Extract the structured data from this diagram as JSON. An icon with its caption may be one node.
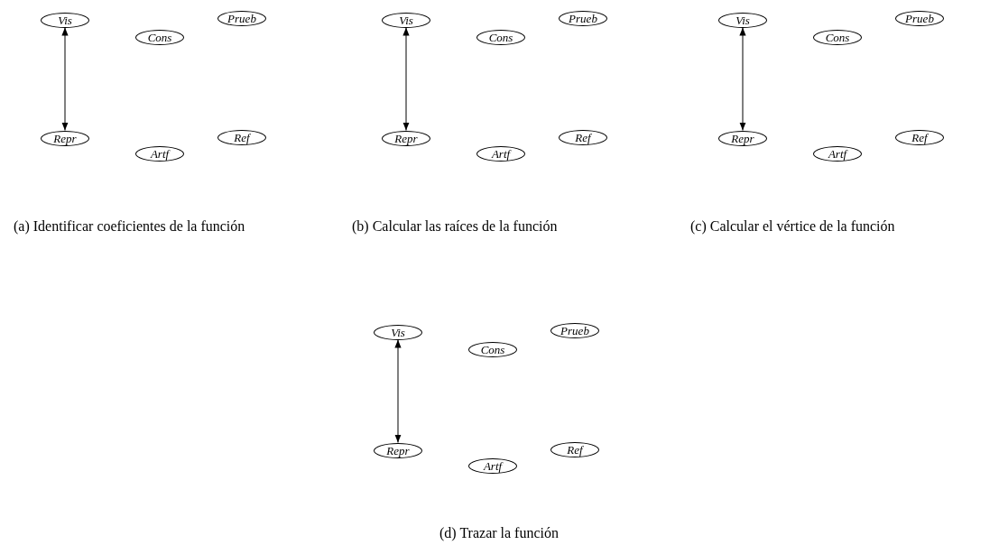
{
  "diagram": {
    "nodes": [
      {
        "text": [
          "Vis"
        ]
      },
      {
        "text": [
          "Cons"
        ]
      },
      {
        "text": [
          "Prueb"
        ]
      },
      {
        "text": [
          "Repr"
        ]
      },
      {
        "text": [
          "Artf"
        ]
      },
      {
        "text": [
          "Ref"
        ]
      },
      {
        "text": [
          "Vis"
        ]
      },
      {
        "text": [
          "Cons"
        ]
      },
      {
        "text": [
          "Prueb"
        ]
      },
      {
        "text": [
          "Repr"
        ]
      },
      {
        "text": [
          "Artf"
        ]
      },
      {
        "text": [
          "Ref"
        ]
      },
      {
        "text": [
          "Vis"
        ]
      },
      {
        "text": [
          "Cons"
        ]
      },
      {
        "text": [
          "Prueb"
        ]
      },
      {
        "text": [
          "Repr"
        ]
      },
      {
        "text": [
          "Artf"
        ]
      },
      {
        "text": [
          "Ref"
        ]
      },
      {
        "text": [
          "Vis"
        ]
      },
      {
        "text": [
          "Cons"
        ]
      },
      {
        "text": [
          "Prueb"
        ]
      },
      {
        "text": [
          "Repr"
        ]
      },
      {
        "text": [
          "Artf"
        ]
      },
      {
        "text": [
          "Ref"
        ]
      }
    ],
    "edges": [
      {
        "from": 0,
        "to": 3,
        "arrow": "both"
      },
      {
        "from": 6,
        "to": 9,
        "arrow": "both"
      },
      {
        "from": 12,
        "to": 15,
        "arrow": "both"
      },
      {
        "from": 18,
        "to": 21,
        "arrow": "both"
      }
    ],
    "labels": [
      "(a) Identificar coeficientes de la función",
      "(b) Calcular las raíces de la función",
      "(c) Calcular el vértice de la función",
      "(d) Trazar la función"
    ]
  }
}
